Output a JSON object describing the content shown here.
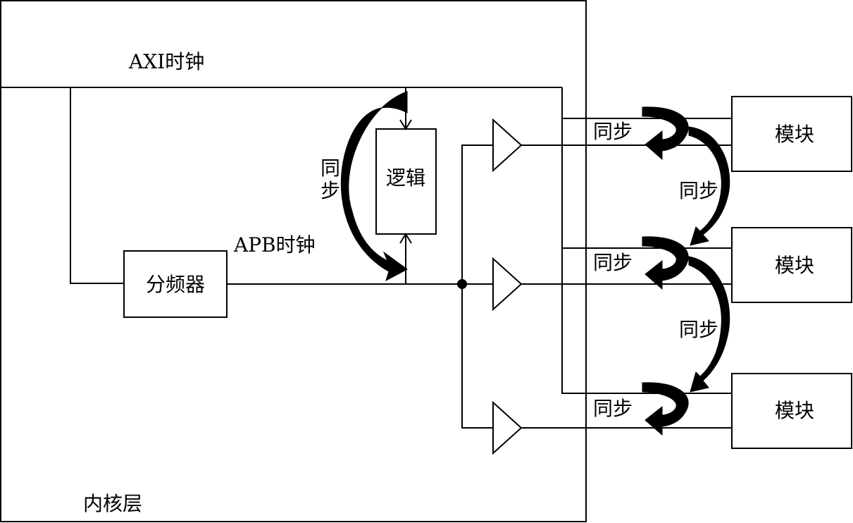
{
  "diagram": {
    "axi_clock_label": "AXI时钟",
    "apb_clock_label": "APB时钟",
    "core_layer_label": "内核层",
    "divider_label": "分频器",
    "logic_label": "逻辑",
    "sync_vertical_top": "同",
    "sync_vertical_bottom": "步",
    "sync_label": "同步",
    "modules": [
      "模块",
      "模块",
      "模块"
    ]
  }
}
